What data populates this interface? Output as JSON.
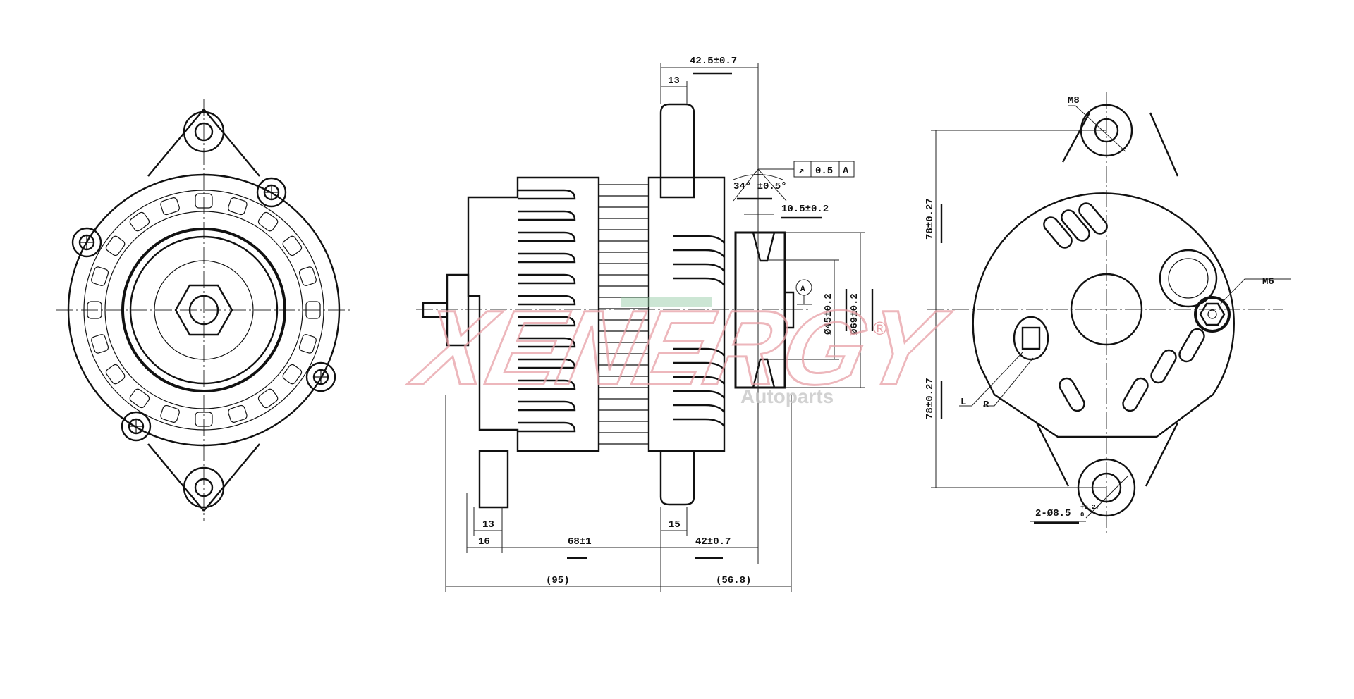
{
  "drawing": {
    "side_view": {
      "overall_top": "42.5±0.7",
      "ear_width_top": "13",
      "angle": "34° ±0.5°",
      "groove_width": "10.5±0.2",
      "runout_symbol": "↗",
      "runout_value": "0.5",
      "datum": "A",
      "datum_marker": "A",
      "pulley_inner_dia": "Ø45±0.2",
      "pulley_outer_dia": "Ø69±0.2",
      "rear_ear_width": "13",
      "rear_offset": "16",
      "body_length": "68±1",
      "front_length": "42±0.7",
      "ref_rear": "(95)",
      "ref_front": "(56.8)",
      "front_ear_width": "15"
    },
    "rear_view": {
      "top_bolt": "M8",
      "terminal": "M6",
      "upper_height": "78±0.27",
      "lower_height": "78±0.27",
      "plug_l": "L",
      "plug_r": "R",
      "mount_hole": "2-Ø8.5",
      "mount_hole_tol_upper": "+0.27",
      "mount_hole_tol_lower": "0"
    }
  },
  "watermark": {
    "brand": "XENERGY",
    "sub": "Autoparts",
    "registered": "®",
    "colors": {
      "brand": "#e8a0a6",
      "accent": "#8fc8a0",
      "sub": "#c8c8c8"
    }
  }
}
